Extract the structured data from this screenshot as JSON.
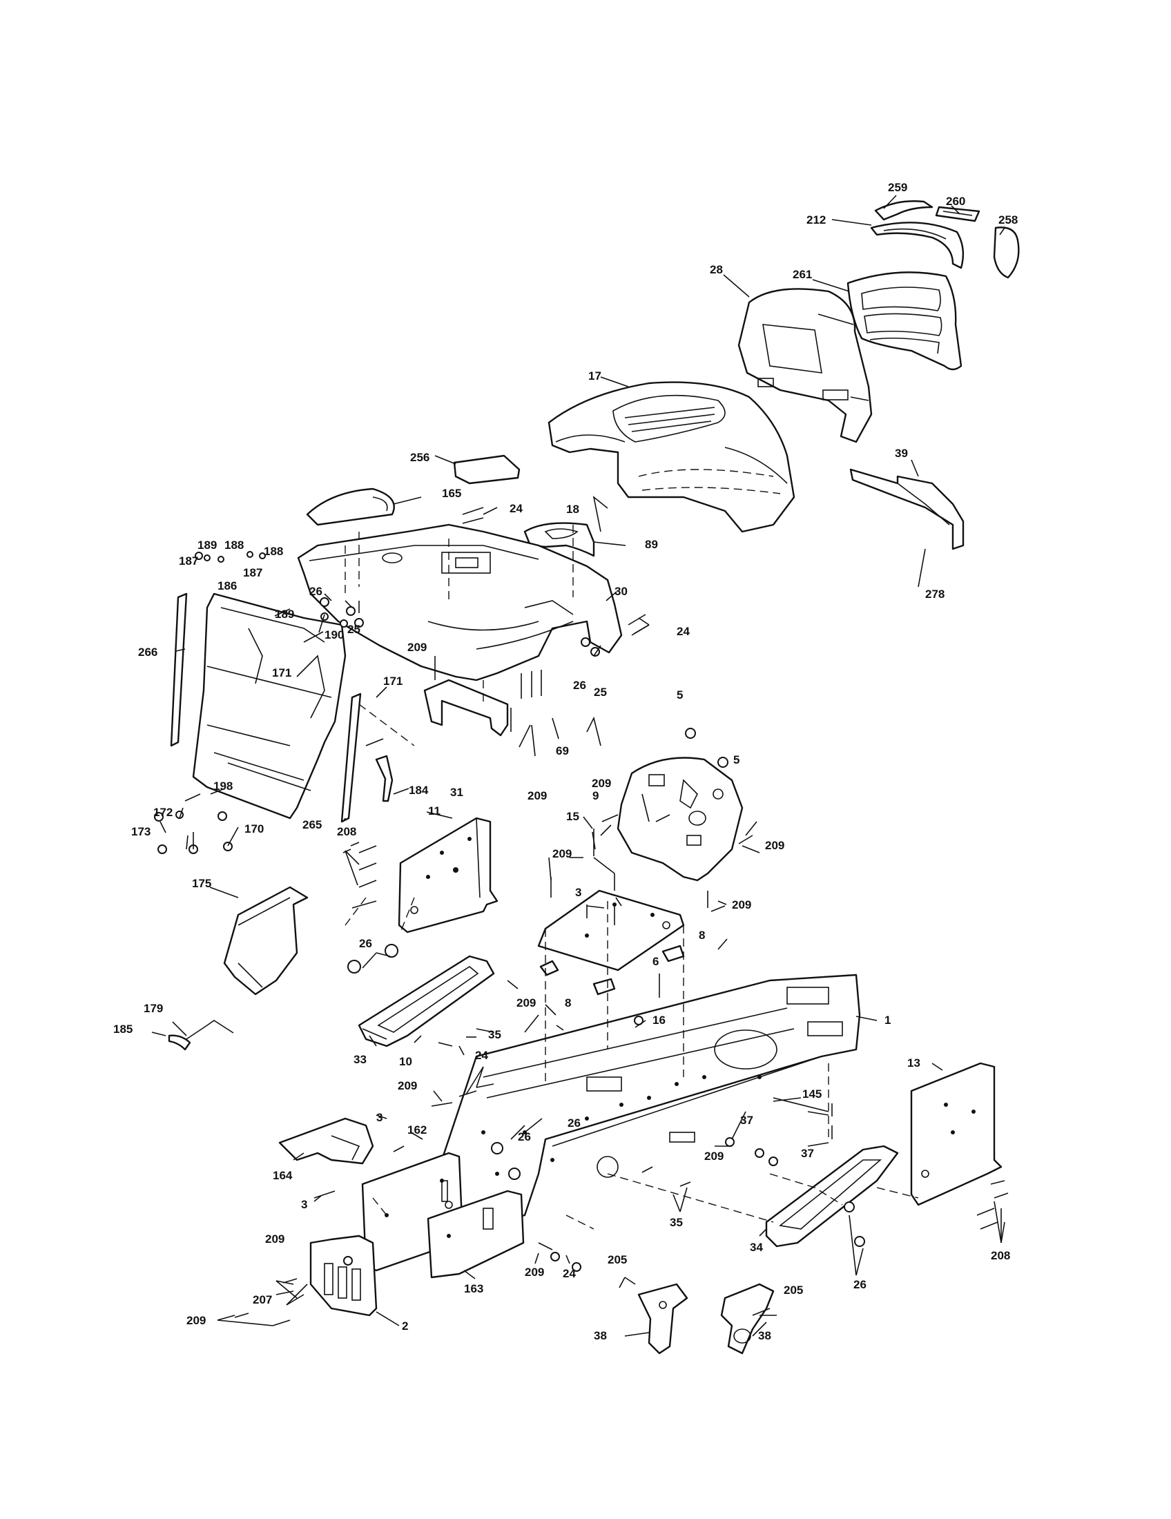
{
  "colors": {
    "line": "#111111",
    "background": "#ffffff"
  },
  "callouts": [
    {
      "key": "c259",
      "text": "259"
    },
    {
      "key": "c260",
      "text": "260"
    },
    {
      "key": "c258",
      "text": "258"
    },
    {
      "key": "c212",
      "text": "212"
    },
    {
      "key": "c28",
      "text": "28"
    },
    {
      "key": "c261",
      "text": "261"
    },
    {
      "key": "c17",
      "text": "17"
    },
    {
      "key": "c39",
      "text": "39"
    },
    {
      "key": "c256",
      "text": "256"
    },
    {
      "key": "c18",
      "text": "18"
    },
    {
      "key": "c278",
      "text": "278"
    },
    {
      "key": "c165",
      "text": "165"
    },
    {
      "key": "c24a",
      "text": "24"
    },
    {
      "key": "c89",
      "text": "89"
    },
    {
      "key": "c189a",
      "text": "189"
    },
    {
      "key": "c188a",
      "text": "188"
    },
    {
      "key": "c187a",
      "text": "187"
    },
    {
      "key": "c188b",
      "text": "188"
    },
    {
      "key": "c187b",
      "text": "187"
    },
    {
      "key": "c186",
      "text": "186"
    },
    {
      "key": "c189b",
      "text": "189"
    },
    {
      "key": "c26a",
      "text": "26"
    },
    {
      "key": "c25a",
      "text": "25"
    },
    {
      "key": "c30",
      "text": "30"
    },
    {
      "key": "c24b",
      "text": "24"
    },
    {
      "key": "c190",
      "text": "190"
    },
    {
      "key": "c266",
      "text": "266"
    },
    {
      "key": "c171a",
      "text": "171"
    },
    {
      "key": "c171b",
      "text": "171"
    },
    {
      "key": "c209a",
      "text": "209"
    },
    {
      "key": "c26b",
      "text": "26"
    },
    {
      "key": "c25b",
      "text": "25"
    },
    {
      "key": "c5a",
      "text": "5"
    },
    {
      "key": "c5b",
      "text": "5"
    },
    {
      "key": "c69",
      "text": "69"
    },
    {
      "key": "c209b",
      "text": "209"
    },
    {
      "key": "c198",
      "text": "198"
    },
    {
      "key": "c31",
      "text": "31"
    },
    {
      "key": "c209c",
      "text": "209"
    },
    {
      "key": "c172",
      "text": "172"
    },
    {
      "key": "c173",
      "text": "173"
    },
    {
      "key": "c170",
      "text": "170"
    },
    {
      "key": "c184",
      "text": "184"
    },
    {
      "key": "c9",
      "text": "9"
    },
    {
      "key": "c265",
      "text": "265"
    },
    {
      "key": "c11",
      "text": "11"
    },
    {
      "key": "c15",
      "text": "15"
    },
    {
      "key": "c209d",
      "text": "209"
    },
    {
      "key": "c208a",
      "text": "208"
    },
    {
      "key": "c209e",
      "text": "209"
    },
    {
      "key": "c175",
      "text": "175"
    },
    {
      "key": "c3a",
      "text": "3"
    },
    {
      "key": "c209f",
      "text": "209"
    },
    {
      "key": "c8a",
      "text": "8"
    },
    {
      "key": "c26c",
      "text": "26"
    },
    {
      "key": "c6",
      "text": "6"
    },
    {
      "key": "c209g",
      "text": "209"
    },
    {
      "key": "c8b",
      "text": "8"
    },
    {
      "key": "c179",
      "text": "179"
    },
    {
      "key": "c16",
      "text": "16"
    },
    {
      "key": "c1",
      "text": "1"
    },
    {
      "key": "c185",
      "text": "185"
    },
    {
      "key": "c35a",
      "text": "35"
    },
    {
      "key": "c33",
      "text": "33"
    },
    {
      "key": "c10",
      "text": "10"
    },
    {
      "key": "c24c",
      "text": "24"
    },
    {
      "key": "c13",
      "text": "13"
    },
    {
      "key": "c209h",
      "text": "209"
    },
    {
      "key": "c145",
      "text": "145"
    },
    {
      "key": "c3b",
      "text": "3"
    },
    {
      "key": "c26d",
      "text": "26"
    },
    {
      "key": "c37a",
      "text": "37"
    },
    {
      "key": "c162",
      "text": "162"
    },
    {
      "key": "c26e",
      "text": "26"
    },
    {
      "key": "c209i",
      "text": "209"
    },
    {
      "key": "c37b",
      "text": "37"
    },
    {
      "key": "c164",
      "text": "164"
    },
    {
      "key": "c3c",
      "text": "3"
    },
    {
      "key": "c35b",
      "text": "35"
    },
    {
      "key": "c34",
      "text": "34"
    },
    {
      "key": "c209j",
      "text": "209"
    },
    {
      "key": "c208b",
      "text": "208"
    },
    {
      "key": "c209k",
      "text": "209"
    },
    {
      "key": "c24d",
      "text": "24"
    },
    {
      "key": "c163",
      "text": "163"
    },
    {
      "key": "c205a",
      "text": "205"
    },
    {
      "key": "c26f",
      "text": "26"
    },
    {
      "key": "c207",
      "text": "207"
    },
    {
      "key": "c205b",
      "text": "205"
    },
    {
      "key": "c209l",
      "text": "209"
    },
    {
      "key": "c2",
      "text": "2"
    },
    {
      "key": "c38a",
      "text": "38"
    },
    {
      "key": "c38b",
      "text": "38"
    }
  ]
}
